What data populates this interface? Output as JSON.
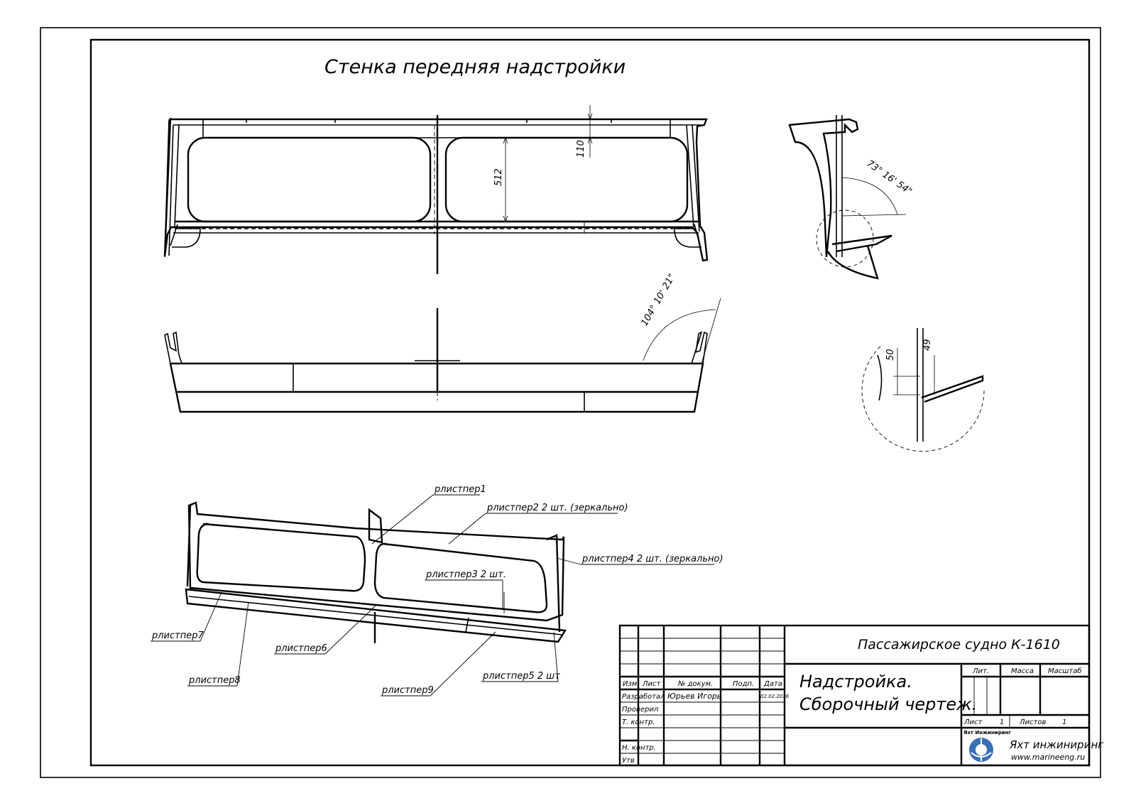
{
  "drawing": {
    "title": "Стенка передняя надстройки",
    "dimensions": {
      "height_512": "512",
      "height_110": "110",
      "angle_side": "73° 16' 54\"",
      "angle_plan": "104° 10' 21\"",
      "detail_50": "50",
      "detail_49": "49"
    },
    "callouts": [
      "рлистпер1",
      "рлистпер2 2 шт. (зеркально)",
      "рлистпер3 2 шт.",
      "рлистпер4 2 шт. (зеркально)",
      "рлистпер5 2 шт",
      "рлистпер6",
      "рлистпер7",
      "рлистпер8",
      "рлистпер9"
    ]
  },
  "title_block": {
    "project": "Пассажирское судно К-1610",
    "doc_name_line1": "Надстройка.",
    "doc_name_line2": "Сборочный чертеж.",
    "col_headers": {
      "izm": "Изм",
      "list": "Лист",
      "doc_no": "№ докум.",
      "sign": "Подп.",
      "date": "Дата"
    },
    "rows": {
      "developed": "Разработал",
      "checked": "Проверил",
      "tech_control": "Т. контр.",
      "norm_control": "Н. контр.",
      "approved": "Утв"
    },
    "developer_name": "Юрьев Игорь",
    "developer_date": "02.02.2016",
    "lit_label": "Лит.",
    "mass_label": "Масса",
    "scale_label": "Масштаб",
    "sheet_label": "Лист",
    "sheet_value": "1",
    "sheets_label": "Листов",
    "sheets_value": "1",
    "company_name": "Яхт инжиниринг",
    "company_site": "www.marineeng.ru",
    "logo_text": "Яхт Инжиниринг"
  },
  "colors": {
    "ink": "#000000",
    "logo": "#3a6fb5"
  }
}
